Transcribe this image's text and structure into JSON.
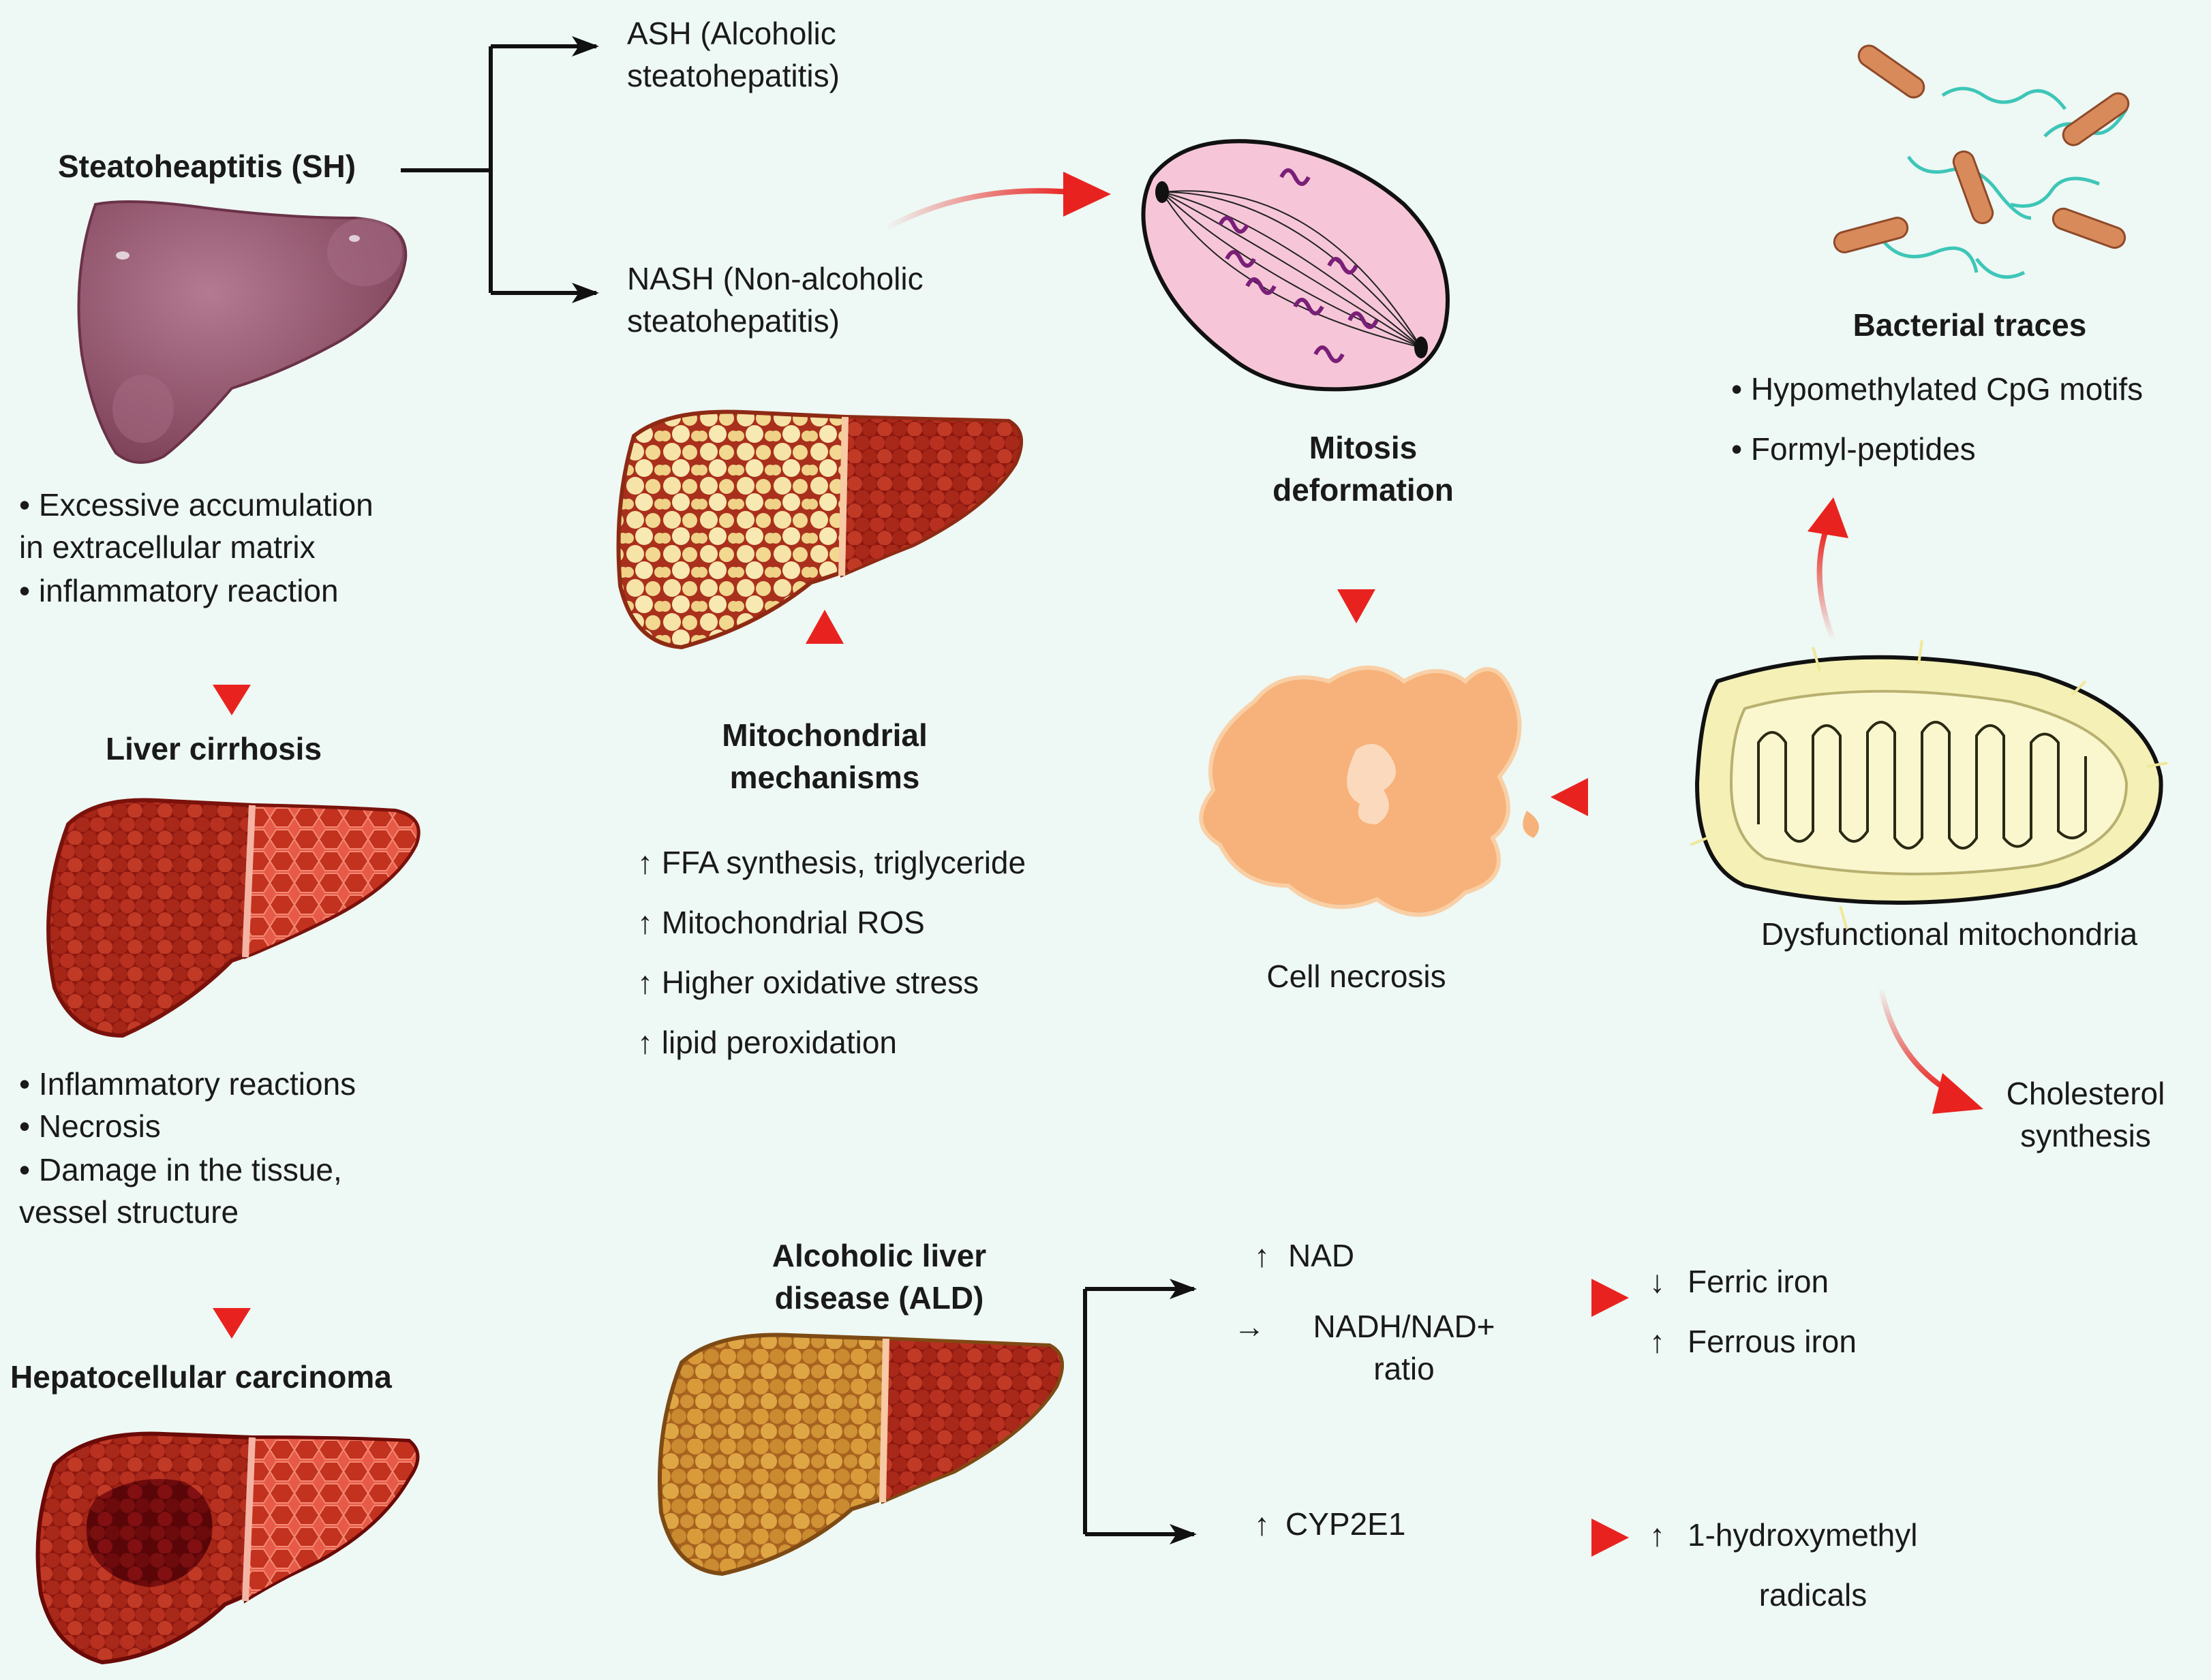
{
  "sh": {
    "title": "Steatoheaptitis (SH)",
    "bullet1_a": "• Excessive accumulation",
    "bullet1_b": "in extracellular matrix",
    "bullet2": "• inflammatory reaction"
  },
  "ash": {
    "line1": "ASH (Alcoholic",
    "line2": "steatohepatitis)"
  },
  "nash": {
    "line1": "NASH (Non-alcoholic",
    "line2": "steatohepatitis)"
  },
  "cirrhosis": {
    "title": "Liver cirrhosis",
    "b1": "• Inflammatory reactions",
    "b2": "• Necrosis",
    "b3a": "• Damage in the tissue,",
    "b3b": "vessel structure"
  },
  "hcc": {
    "title": "Hepatocellular carcinoma"
  },
  "mito_mech": {
    "line1": "Mitochondrial",
    "line2": "mechanisms",
    "items": [
      "FFA synthesis, triglyceride",
      "Mitochondrial ROS",
      "Higher oxidative stress",
      "lipid peroxidation"
    ],
    "arrow_glyph": "↑"
  },
  "mitosis": {
    "line1": "Mitosis",
    "line2": "deformation"
  },
  "necrosis": {
    "label": "Cell necrosis"
  },
  "bacteria": {
    "title": "Bacterial traces",
    "b1": "• Hypomethylated CpG motifs",
    "b2": "• Formyl-peptides"
  },
  "dysfunctional": {
    "label": "Dysfunctional mitochondria"
  },
  "cholesterol": {
    "line1": "Cholesterol",
    "line2": "synthesis"
  },
  "ald": {
    "line1": "Alcoholic liver",
    "line2": "disease (ALD)",
    "nad": "NAD",
    "ratio_line1": "NADH/NAD+",
    "ratio_line2": "ratio",
    "ferric": "Ferric iron",
    "ferrous": "Ferrous iron",
    "cyp": "CYP2E1",
    "radical_line1": "1-hydroxymethyl",
    "radical_line2": "radicals",
    "up": "↑",
    "down": "↓",
    "right": "→"
  },
  "colors": {
    "background": "#eef8f4",
    "red_arrow": "#e8231f",
    "healthy_liver": "#93586f",
    "cirrhotic_liver": "#a32018",
    "fatty_liver": "#f2dfa0",
    "necrotic_cell": "#f6b27a",
    "mitochondria": "#f4f0b6"
  }
}
